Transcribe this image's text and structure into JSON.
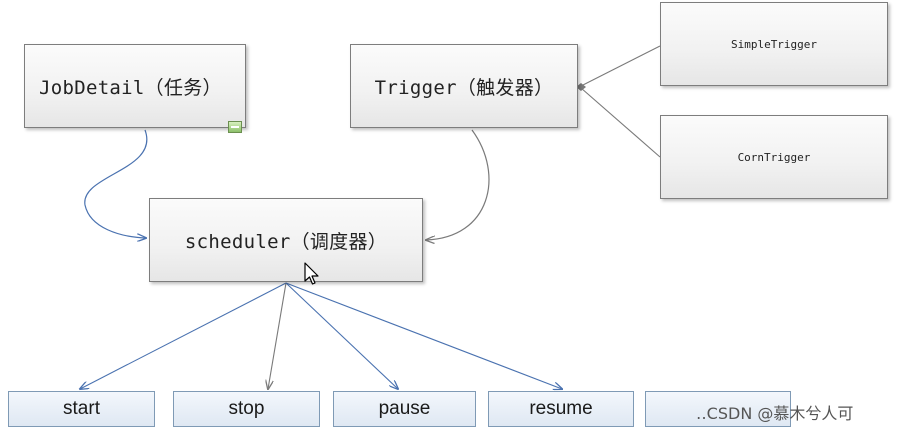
{
  "nodes": {
    "job_detail": "JobDetail（任务）",
    "trigger": "Trigger（触发器）",
    "scheduler": "scheduler（调度器）",
    "simple_trigger": "SimpleTrigger",
    "corn_trigger": "CornTrigger"
  },
  "operations": [
    "start",
    "stop",
    "pause",
    "resume",
    ""
  ],
  "watermark": "‥CSDN @慕木兮人可",
  "colors": {
    "blue_connector": "#4a72b0",
    "gray_connector": "#7a7a7a",
    "op_border": "#7f9ab5"
  },
  "icons": [
    "expand-icon",
    "mouse-cursor-icon",
    "diamond-arrow-icon"
  ]
}
